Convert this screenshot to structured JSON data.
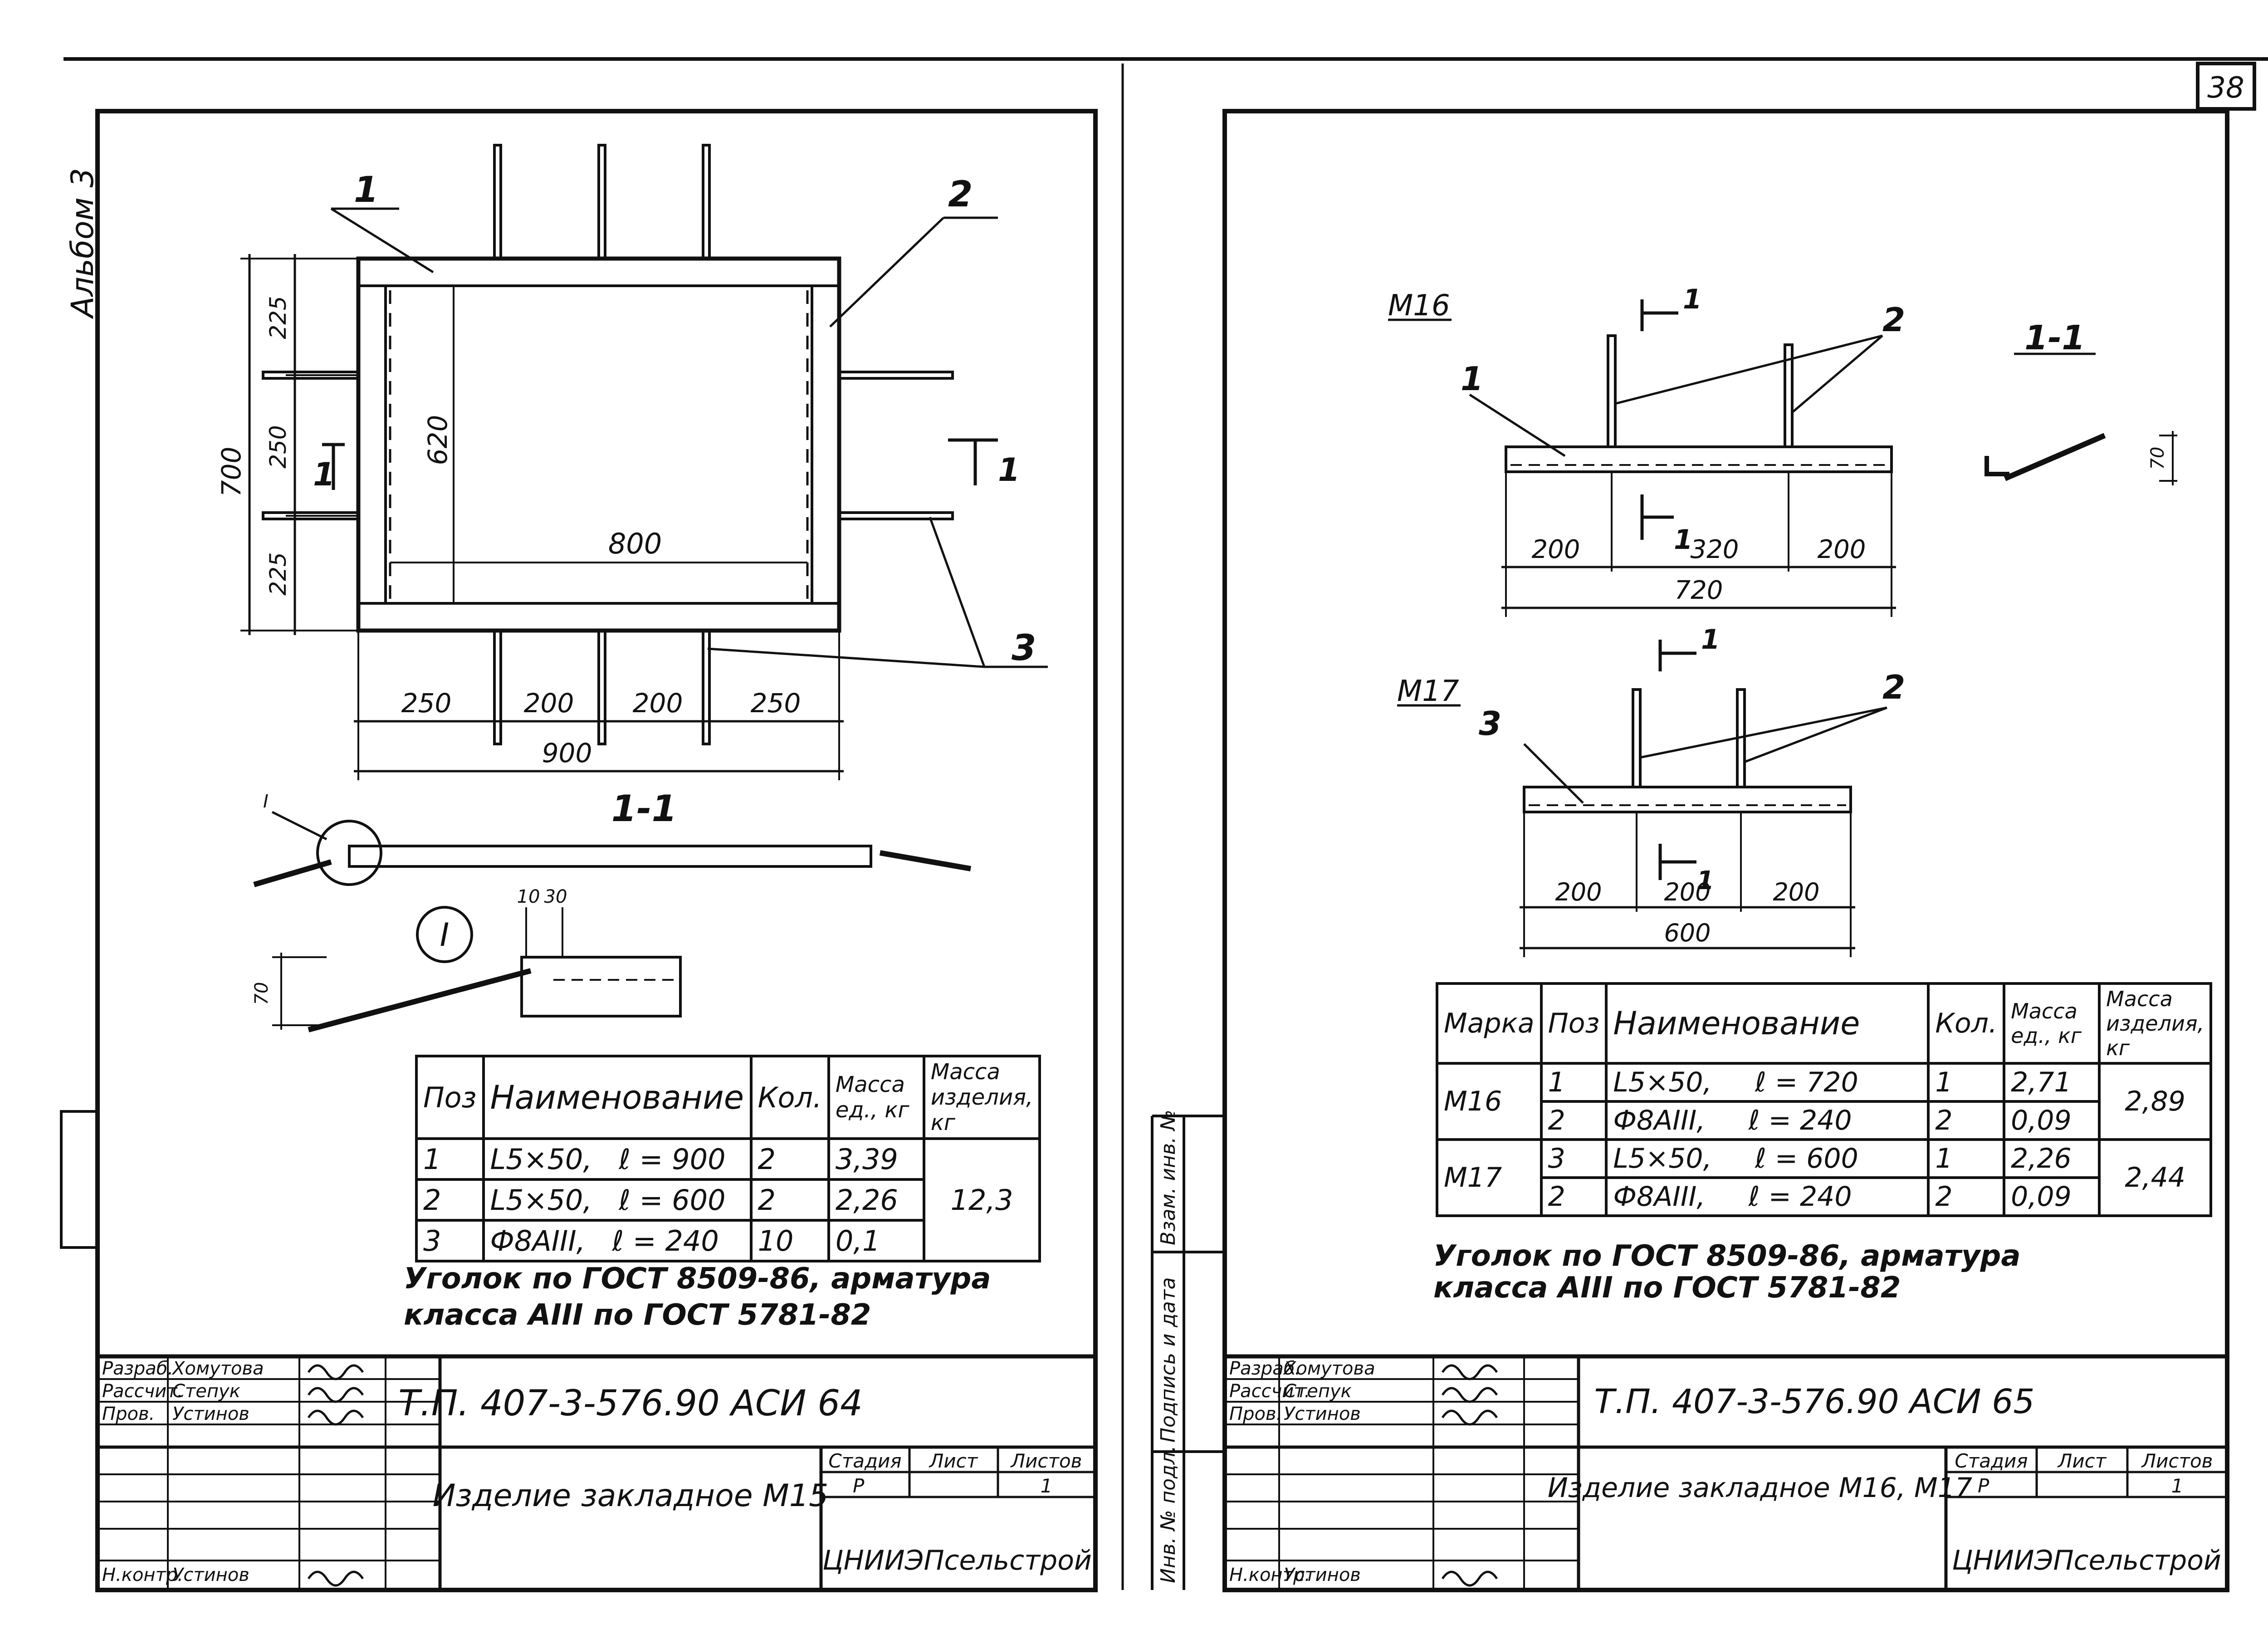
{
  "page_number": "38",
  "album_label": "Альбом 3",
  "left_sheet": {
    "position_callouts": [
      "1",
      "2",
      "3",
      "1"
    ],
    "section_mark": "1",
    "dimensions": {
      "overall_height": "700",
      "top_edge": "225",
      "middle": "250",
      "bottom_edge": "225",
      "inner_height": "620",
      "inner_width": "800",
      "bottom_spacings": [
        "250",
        "200",
        "200",
        "250"
      ],
      "overall_width": "900",
      "detail_10": "10",
      "detail_30": "30",
      "detail_70": "70"
    },
    "section_title": "1-1",
    "detail_callout": "I",
    "spec_table": {
      "headers": [
        "Поз",
        "Наименование",
        "Кол.",
        "Масса ед., кг",
        "Масса изделия, кг"
      ],
      "rows": [
        {
          "pos": "1",
          "name": "L5×50,",
          "length": "ℓ = 900",
          "qty": "2",
          "unit_mass": "3,39"
        },
        {
          "pos": "2",
          "name": "L5×50,",
          "length": "ℓ = 600",
          "qty": "2",
          "unit_mass": "2,26"
        },
        {
          "pos": "3",
          "name": "Ф8АIII,",
          "length": "ℓ = 240",
          "qty": "10",
          "unit_mass": "0,1"
        }
      ],
      "total_mass": "12,3"
    },
    "note_line1": "Уголок по ГОСТ 8509-86, арматура",
    "note_line2": "класса АIII по ГОСТ 5781-82",
    "title_block": {
      "roles": [
        "Разраб.",
        "Рассчит.",
        "Пров.",
        "Н.контр."
      ],
      "names": [
        "Хомутова",
        "Степук",
        "Устинов",
        "Устинов"
      ],
      "doc_code": "Т.П. 407-3-576.90 АСИ 64",
      "product_title": "Изделие закладное М15",
      "stage_label": "Стадия",
      "sheet_label": "Лист",
      "sheets_label": "Листов",
      "stage": "Р",
      "sheets": "1",
      "organization": "ЦНИИЭПсельстрой"
    }
  },
  "right_sheet": {
    "m16": {
      "label": "М16",
      "callouts": [
        "1",
        "2"
      ],
      "section_mark": "1",
      "dims": [
        "200",
        "320",
        "200"
      ],
      "overall": "720"
    },
    "section_title": "1-1",
    "section_dim": "70",
    "m17": {
      "label": "М17",
      "callouts": [
        "3",
        "2"
      ],
      "section_mark": "1",
      "dims": [
        "200",
        "200",
        "200"
      ],
      "overall": "600"
    },
    "spec_table": {
      "headers": [
        "Марка",
        "Поз",
        "Наименование",
        "Кол.",
        "Масса ед., кг",
        "Масса изделия, кг"
      ],
      "rows": [
        {
          "mark": "М16",
          "pos": "1",
          "name": "L5×50,",
          "length": "ℓ = 720",
          "qty": "1",
          "unit_mass": "2,71",
          "total": "2,89"
        },
        {
          "pos": "2",
          "name": "Ф8АIII,",
          "length": "ℓ = 240",
          "qty": "2",
          "unit_mass": "0,09"
        },
        {
          "mark": "М17",
          "pos": "3",
          "name": "L5×50,",
          "length": "ℓ = 600",
          "qty": "1",
          "unit_mass": "2,26",
          "total": "2,44"
        },
        {
          "pos": "2",
          "name": "Ф8АIII,",
          "length": "ℓ = 240",
          "qty": "2",
          "unit_mass": "0,09"
        }
      ]
    },
    "note_line1": "Уголок по ГОСТ 8509-86, арматура",
    "note_line2": "класса АIII по ГОСТ 5781-82",
    "side_labels": [
      "Инв. № подл.",
      "Подпись и дата",
      "Взам. инв. №"
    ],
    "title_block": {
      "roles": [
        "Разраб.",
        "Рассчит.",
        "Пров.",
        "Н.контр."
      ],
      "names": [
        "Хомутова",
        "Степук",
        "Устинов",
        "Устинов"
      ],
      "doc_code": "Т.П. 407-3-576.90 АСИ 65",
      "product_title": "Изделие закладное М16, М17",
      "stage_label": "Стадия",
      "sheet_label": "Лист",
      "sheets_label": "Листов",
      "stage": "Р",
      "sheets": "1",
      "organization": "ЦНИИЭПсельстрой"
    }
  }
}
